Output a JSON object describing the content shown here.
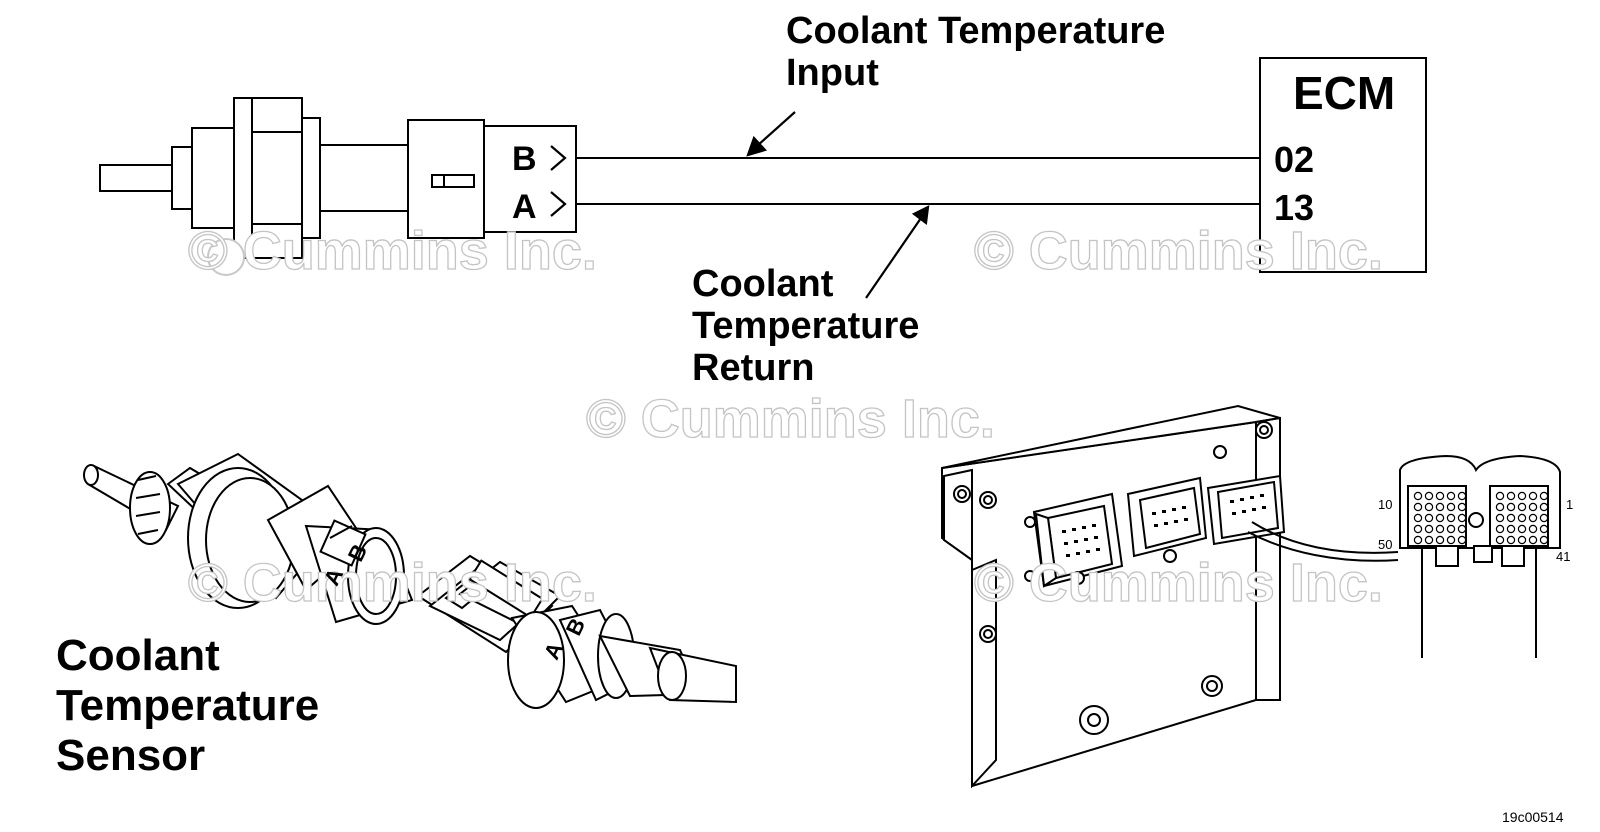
{
  "diagram": {
    "wire_labels": {
      "input": [
        "Coolant Temperature",
        "Input"
      ],
      "return": [
        "Coolant",
        "Temperature",
        "Return"
      ]
    },
    "connector_pins": [
      "B",
      "A"
    ],
    "ecm": {
      "title": "ECM",
      "pins": [
        "02",
        "13"
      ]
    },
    "sensor_label": [
      "Coolant",
      "Temperature",
      "Sensor"
    ],
    "connector_pin_numbers": [
      "10",
      "1",
      "50",
      "41"
    ],
    "plug_letters": [
      "A",
      "B"
    ],
    "watermark": "© Cummins Inc.",
    "figure_id": "19c00514"
  }
}
